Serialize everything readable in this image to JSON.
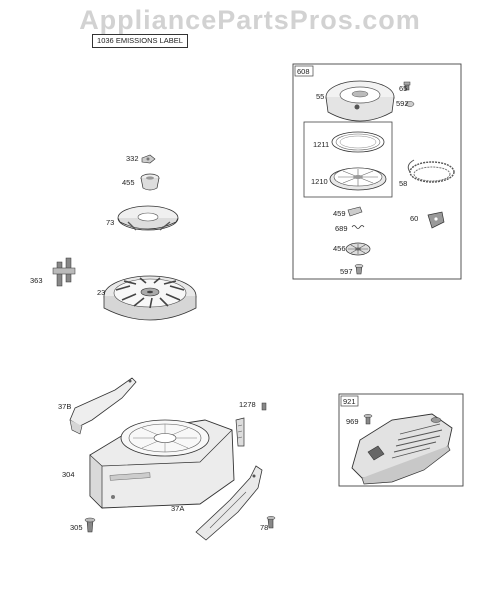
{
  "watermark": "AppliancePartsPros.com",
  "emissions_label": "1036 EMISSIONS LABEL",
  "box_608_label": "608",
  "box_921_label": "921",
  "callouts": {
    "c55": "55",
    "c65": "65",
    "c592": "592",
    "c1211": "1211",
    "c1210": "1210",
    "c58": "58",
    "c459": "459",
    "c689": "689",
    "c60": "60",
    "c456": "456",
    "c597": "597",
    "c332": "332",
    "c455": "455",
    "c73": "73",
    "c363": "363",
    "c23": "23",
    "c37B": "37B",
    "c304": "304",
    "c305": "305",
    "c1278": "1278",
    "c37A": "37A",
    "c78": "78",
    "c969": "969"
  }
}
